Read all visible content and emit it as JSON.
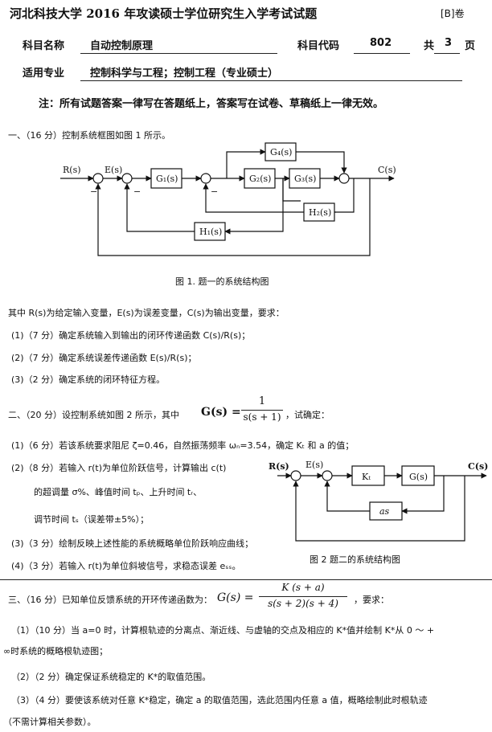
{
  "header": {
    "title": "河北科技大学  2016 年攻读硕士学位研究生入学考试试题",
    "paper": "[B]卷",
    "subject_label": "科目名称",
    "subject_value": "自动控制原理",
    "code_label": "科目代码",
    "code_value": "802",
    "pages_prefix": "共",
    "pages_value": "3",
    "pages_suffix": "页",
    "major_label": "适用专业",
    "major_value": "控制科学与工程；控制工程（专业硕士）"
  },
  "notice": "注：所有试题答案一律写在答题纸上，答案写在试卷、草稿纸上一律无效。",
  "q1": {
    "intro": "一、（16 分）控制系统框图如图 1 所示。",
    "diagram": {
      "r": "R(s)",
      "e": "E(s)",
      "c": "C(s)",
      "g1": "G₁(s)",
      "g2": "G₂(s)",
      "g3": "G₃(s)",
      "g4": "G₄(s)",
      "h1": "H₁(s)",
      "h2": "H₂(s)",
      "minus": "−"
    },
    "caption": "图 1. 题一的系统结构图",
    "desc": "其中 R(s)为给定输入变量，E(s)为误差变量，C(s)为输出变量，要求：",
    "items": [
      "(1)（7 分）确定系统输入到输出的闭环传递函数 C(s)/R(s)；",
      "(2)（7 分）确定系统误差传递函数 E(s)/R(s)；",
      "(3)（2 分）确定系统的闭环特征方程。"
    ]
  },
  "q2": {
    "intro": "二、（20 分）设控制系统如图 2 所示，其中",
    "g_lhs": "G(s) =",
    "g_num": "1",
    "g_den": "s(s + 1)",
    "intro_end": "，试确定：",
    "items": [
      "(1)（6 分）若该系统要求阻尼 ζ=0.46，自然振荡频率 ωₙ=3.54，确定 Kₜ 和 a 的值；",
      "(2)（8 分）若输入 r(t)为单位阶跃信号，计算输出 c(t)",
      "的超调量 σ%、峰值时间 tₚ、上升时间 tᵣ、",
      "调节时间 tₛ（误差带±5%）；",
      "(3)（3 分）绘制反映上述性能的系统概略单位阶跃响应曲线；",
      "(4)（3 分）若输入 r(t)为单位斜坡信号，求稳态误差 eₛₛ。"
    ],
    "diagram": {
      "r": "R(s)",
      "e": "E(s)",
      "c": "C(s)",
      "kt": "Kₜ",
      "g": "G(s)",
      "as": "as"
    },
    "caption": "图 2  题二的系统结构图"
  },
  "q3": {
    "intro": "三、（16 分）已知单位反馈系统的开环传递函数为：",
    "g_lhs": "G(s) =",
    "g_num": "K (s + a)",
    "g_den": "s(s + 2)(s + 4)",
    "intro_end": "，要求：",
    "items": [
      "（1）（10 分）当 a=0 时，计算根轨迹的分离点、渐近线、与虚轴的交点及相应的 K*值并绘制 K*从 0 ～ +",
      "∞时系统的概略根轨迹图；",
      "（2）（2 分）确定保证系统稳定的 K*的取值范围。",
      "（3）（4 分）要使该系统对任意 K*稳定，确定 a 的取值范围，选此范围内任意 a 值，概略绘制此时根轨迹",
      "（不需计算相关参数）。"
    ]
  }
}
